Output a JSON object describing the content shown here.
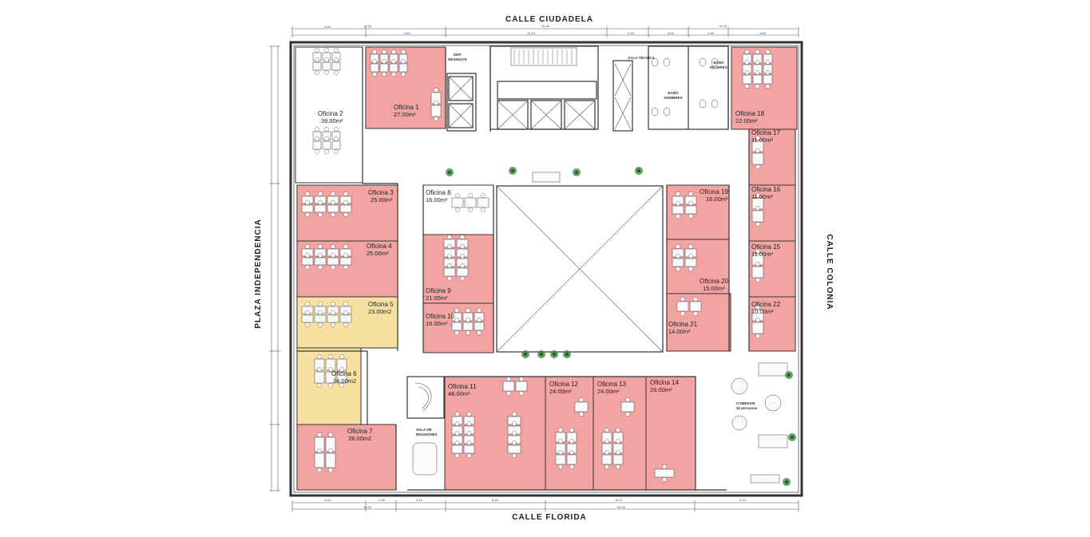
{
  "streets": {
    "north": "CALLE CIUDADELA",
    "south": "CALLE FLORIDA",
    "west": "PLAZA INDEPENDENCIA",
    "east": "CALLE COLONIA"
  },
  "colors": {
    "office_occupied": "#f4a3a3",
    "office_available": "#f7e0a0",
    "wall": "#333333",
    "plant": "#3a8a3a"
  },
  "rooms": [
    {
      "id": "oficina-1",
      "name": "Oficina 1",
      "area": "27.00m²",
      "status": "occupied"
    },
    {
      "id": "oficina-2",
      "name": "Oficina 2",
      "area": "39.00m²",
      "status": "none"
    },
    {
      "id": "oficina-3",
      "name": "Oficina 3",
      "area": "25.00m²",
      "status": "occupied"
    },
    {
      "id": "oficina-4",
      "name": "Oficina 4",
      "area": "25.00m²",
      "status": "occupied"
    },
    {
      "id": "oficina-5",
      "name": "Oficina 5",
      "area": "23.00m2",
      "status": "available"
    },
    {
      "id": "oficina-6",
      "name": "Oficina 6",
      "area": "24.00m2",
      "status": "available"
    },
    {
      "id": "oficina-7",
      "name": "Oficina 7",
      "area": "28.00m2",
      "status": "occupied"
    },
    {
      "id": "oficina-8",
      "name": "Oficina 8",
      "area": "16.00m²",
      "status": "none"
    },
    {
      "id": "oficina-9",
      "name": "Oficina 9",
      "area": "21.00m²",
      "status": "occupied"
    },
    {
      "id": "oficina-10",
      "name": "Oficina 10",
      "area": "16.00m²",
      "status": "occupied"
    },
    {
      "id": "oficina-11",
      "name": "Oficina 11",
      "area": "48.00m²",
      "status": "occupied"
    },
    {
      "id": "oficina-12",
      "name": "Oficina 12",
      "area": "24.00m²",
      "status": "occupied"
    },
    {
      "id": "oficina-13",
      "name": "Oficina 13",
      "area": "24.00m²",
      "status": "occupied"
    },
    {
      "id": "oficina-14",
      "name": "Oficina 14",
      "area": "29.00m²",
      "status": "occupied"
    },
    {
      "id": "oficina-15",
      "name": "Oficina 15",
      "area": "11.00m²",
      "status": "occupied"
    },
    {
      "id": "oficina-16",
      "name": "Oficina 16",
      "area": "11.00m²",
      "status": "occupied"
    },
    {
      "id": "oficina-17",
      "name": "Oficina 17",
      "area": "11.00m²",
      "status": "occupied"
    },
    {
      "id": "oficina-18",
      "name": "Oficina 18",
      "area": "22.00m²",
      "status": "occupied"
    },
    {
      "id": "oficina-19",
      "name": "Oficina 19",
      "area": "16.00m²",
      "status": "occupied"
    },
    {
      "id": "oficina-20",
      "name": "Oficina 20",
      "area": "15.00m²",
      "status": "occupied"
    },
    {
      "id": "oficina-21",
      "name": "Oficina 21",
      "area": "14.00m²",
      "status": "occupied"
    },
    {
      "id": "oficina-22",
      "name": "Oficina 22",
      "area": "10.00m²",
      "status": "occupied"
    }
  ],
  "service_labels": {
    "dep_residuos": [
      "DEP.",
      "RESIDUOS"
    ],
    "sala_tecnica": "SALA TÉCNICA",
    "bano_mujeres": [
      "BAÑO",
      "MUJERES"
    ],
    "bano_hombres": [
      "BAÑO",
      "HOMBRES"
    ],
    "sala_reuniones": [
      "SALA DE",
      "REUNIONES"
    ],
    "comedor": [
      "COMEDOR",
      "20 personas"
    ]
  },
  "dimensions": {
    "top": [
      "4.60",
      "4.60",
      "11.10",
      "2.15",
      "3.04",
      "2.50",
      "4.60"
    ],
    "top_totals": [
      "14.20",
      "16.40",
      "14.50"
    ],
    "bottom": [
      "4.60",
      "1.26",
      "3.12",
      "8.40",
      "8.73",
      "5.10"
    ],
    "bottom_totals": [
      "14.20",
      "20.00"
    ]
  }
}
